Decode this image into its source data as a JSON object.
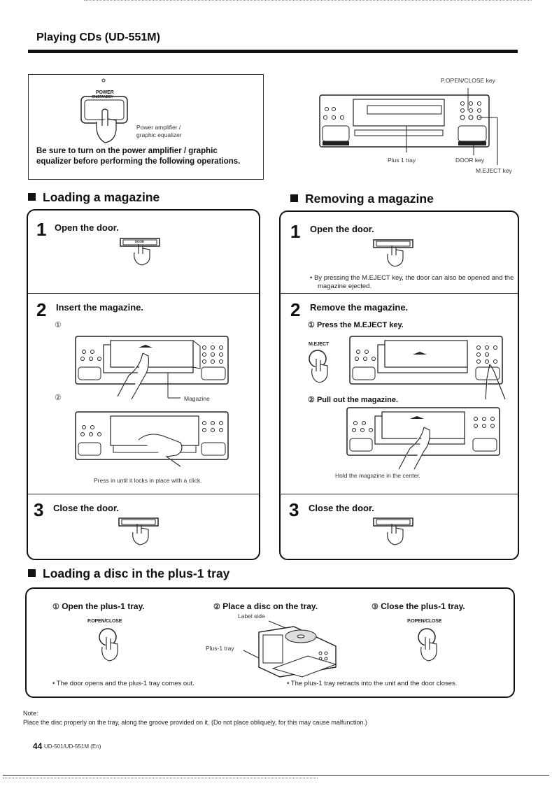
{
  "header": {
    "title": "Playing CDs (UD-551M)"
  },
  "power_box": {
    "power_label": "POWER",
    "power_sub_label": "ON/STANDBY",
    "device_caption_1": "Power amplifier /",
    "device_caption_2": "graphic equalizer",
    "note": "Be sure to turn on the power amplifier / graphic equalizer before performing the following operations."
  },
  "unit_diagram": {
    "popen_label": "P.OPEN/CLOSE key",
    "plus1_label": "Plus 1 tray",
    "door_label": "DOOR key",
    "meject_label": "M.EJECT key"
  },
  "loading": {
    "title": "Loading a magazine",
    "step1": {
      "num": "1",
      "title": "Open the door."
    },
    "step2": {
      "num": "2",
      "title": "Insert the magazine.",
      "sub1": "①",
      "sub2": "②",
      "magazine_label": "Magazine",
      "caption": "Press in until it locks in place with a click."
    },
    "step3": {
      "num": "3",
      "title": "Close the door."
    }
  },
  "removing": {
    "title": "Removing a magazine",
    "step1": {
      "num": "1",
      "title": "Open the door.",
      "bullet": "By pressing the M.EJECT key, the door can also be opened and the magazine ejected."
    },
    "step2": {
      "num": "2",
      "title": "Remove the magazine.",
      "sub1_num": "①",
      "sub1": "Press the M.EJECT key.",
      "meject_label": "M.EJECT",
      "sub2_num": "②",
      "sub2": "Pull out the magazine.",
      "caption": "Hold the magazine in the center."
    },
    "step3": {
      "num": "3",
      "title": "Close the door."
    }
  },
  "disc": {
    "title": "Loading a disc in the plus-1 tray",
    "step1_num": "①",
    "step1": "Open the plus-1 tray.",
    "step2_num": "②",
    "step2": "Place a disc on the tray.",
    "step3_num": "③",
    "step3": "Close the plus-1 tray.",
    "popen_label_1": "P.OPEN/CLOSE",
    "popen_label_2": "P.OPEN/CLOSE",
    "label_side": "Label side",
    "plus1_tray": "Plus-1 tray",
    "bullet1": "The door opens and the plus-1 tray comes out.",
    "bullet2": "The plus-1 tray retracts into the unit and the door closes."
  },
  "door_button_label": "DOOR",
  "note": {
    "label": "Note:",
    "text": "Place the disc properly on the tray, along the groove provided on it. (Do not place obliquely, for this may cause malfunction.)"
  },
  "footer": {
    "page": "44",
    "model": "UD-501/UD-551M (En)"
  }
}
